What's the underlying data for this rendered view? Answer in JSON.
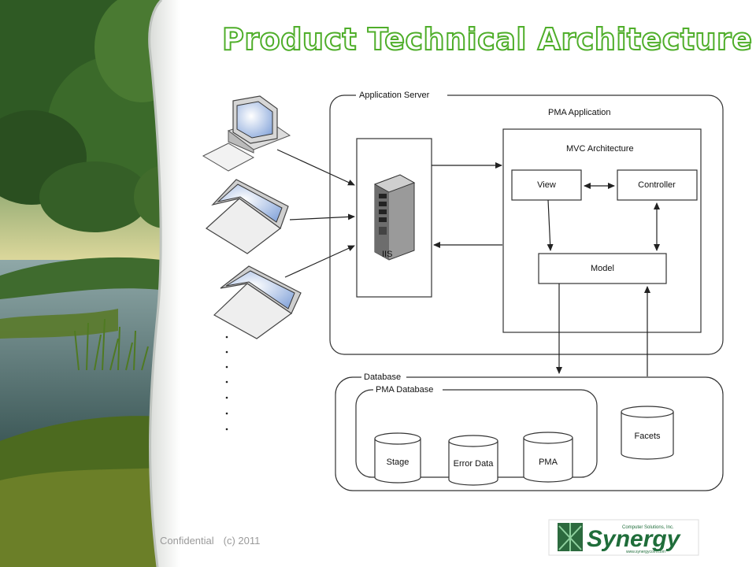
{
  "slide": {
    "title": "Product Technical Architecture",
    "footer_confidential": "Confidential",
    "footer_copyright": "(c) 2011"
  },
  "logo": {
    "wordmark": "Synergy",
    "tagline": "Computer Solutions, Inc.",
    "url": "www.synergycom.com",
    "brand_color": "#1f6d3a"
  },
  "diagram": {
    "application_server": "Application Server",
    "pma_application": "PMA Application",
    "mvc_architecture": "MVC Architecture",
    "view": "View",
    "controller": "Controller",
    "model": "Model",
    "iis": "IIS",
    "database": "Database",
    "pma_database": "PMA Database",
    "stage": "Stage",
    "error_data": "Error Data",
    "pma": "PMA",
    "facets": "Facets",
    "clients": [
      "desktop-computer-icon",
      "laptop-icon",
      "laptop-icon"
    ]
  },
  "colors": {
    "title_outline": "#4fae2a",
    "title_fill": "#ffffff",
    "diagram_stroke": "#333333"
  }
}
